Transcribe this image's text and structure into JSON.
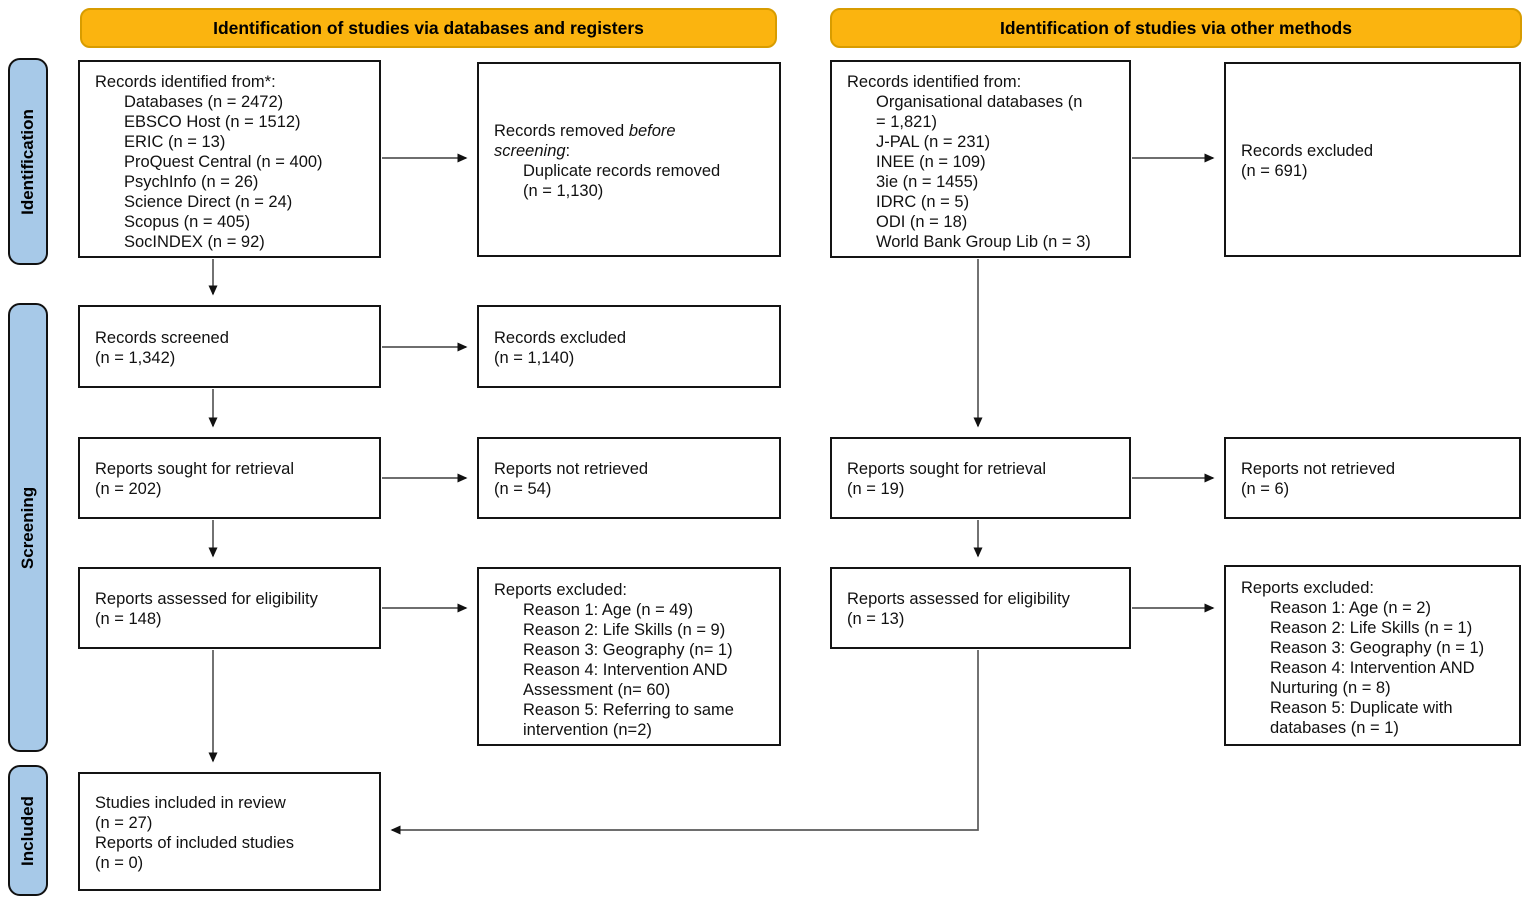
{
  "banners": {
    "left": "Identification of studies via databases and registers",
    "right": "Identification of studies via other methods"
  },
  "stages": {
    "identification": "Identification",
    "screening": "Screening",
    "included": "Included"
  },
  "colors": {
    "banner_fill": "#FBB40F",
    "banner_border": "#D89C00",
    "stage_fill": "#A7C9E8",
    "box_border": "#141414",
    "connector_line": "#5a5a5a"
  },
  "left_column": {
    "records_identified": {
      "title": "Records identified from*:",
      "items": [
        "Databases (n = 2472)",
        "EBSCO Host (n = 1512)",
        "ERIC (n = 13)",
        "ProQuest Central (n = 400)",
        "PsychInfo (n = 26)",
        "Science Direct (n = 24)",
        "Scopus (n = 405)",
        "SocINDEX (n = 92)"
      ]
    },
    "records_removed": {
      "prefix": "Records removed ",
      "italic_line1": "before",
      "italic_line2": "screening",
      "suffix": ":",
      "items": [
        "Duplicate records removed",
        "(n = 1,130)"
      ]
    },
    "records_screened": {
      "line1": "Records screened",
      "line2": "(n = 1,342)"
    },
    "records_excluded": {
      "line1": "Records excluded",
      "line2": "(n = 1,140)"
    },
    "reports_sought": {
      "line1": "Reports sought for retrieval",
      "line2": "(n = 202)"
    },
    "reports_not_retrieved": {
      "line1": "Reports not retrieved",
      "line2": "(n = 54)"
    },
    "reports_assessed": {
      "line1": "Reports assessed for eligibility",
      "line2": "(n = 148)"
    },
    "reports_excluded": {
      "title": "Reports excluded:",
      "items": [
        "Reason 1: Age (n = 49)",
        "Reason 2: Life Skills (n = 9)",
        "Reason 3: Geography (n= 1)",
        "Reason 4: Intervention AND",
        "Assessment (n= 60)",
        "Reason 5: Referring to same",
        "intervention (n=2)"
      ]
    },
    "studies_included": {
      "line1": "Studies included in review",
      "line2": "(n = 27)",
      "line3": "Reports of included studies",
      "line4": "(n = 0)"
    }
  },
  "right_column": {
    "records_identified": {
      "title": "Records identified from:",
      "items": [
        "Organisational databases (n",
        "= 1,821)",
        "J-PAL (n = 231)",
        "INEE (n = 109)",
        "3ie (n = 1455)",
        "IDRC (n = 5)",
        "ODI (n = 18)",
        "World Bank Group Lib (n = 3)"
      ]
    },
    "records_excluded": {
      "line1": "Records excluded",
      "line2": "(n = 691)"
    },
    "reports_sought": {
      "line1": "Reports sought for retrieval",
      "line2": "(n = 19)"
    },
    "reports_not_retrieved": {
      "line1": "Reports not retrieved",
      "line2": "(n = 6)"
    },
    "reports_assessed": {
      "line1": "Reports assessed for eligibility",
      "line2": "(n = 13)"
    },
    "reports_excluded": {
      "title": "Reports excluded:",
      "items": [
        "Reason 1: Age (n = 2)",
        "Reason 2: Life Skills (n = 1)",
        "Reason 3: Geography (n = 1)",
        "Reason 4: Intervention AND",
        "Nurturing (n = 8)",
        "Reason 5: Duplicate with",
        "databases (n = 1)"
      ]
    }
  }
}
